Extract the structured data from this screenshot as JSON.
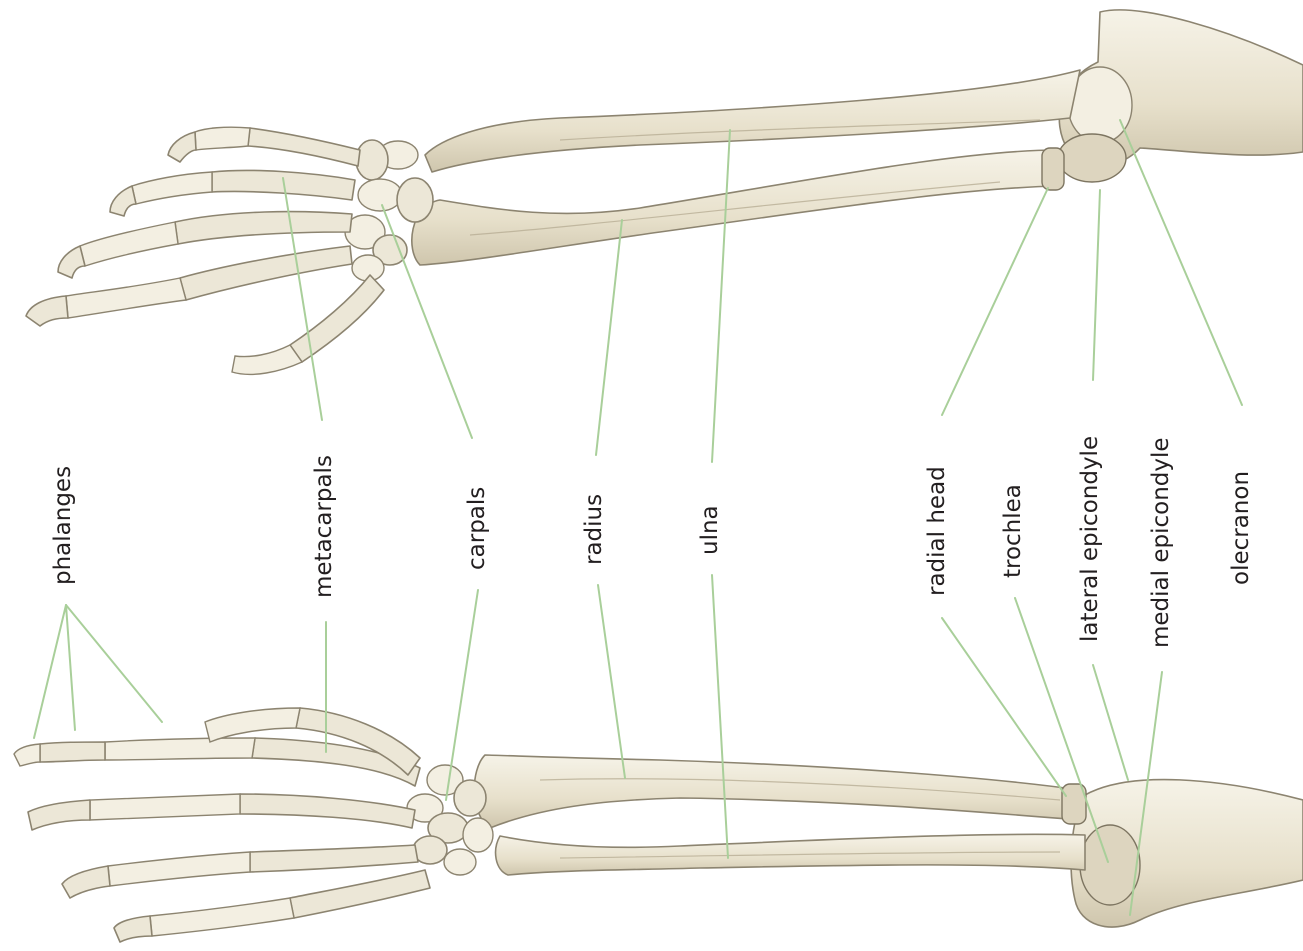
{
  "labels": {
    "phalanges": "phalanges",
    "metacarpals": "metacarpals",
    "carpals": "carpals",
    "radius": "radius",
    "ulna": "ulna",
    "radial_head": "radial head",
    "trochlea": "trochlea",
    "lateral_epicondyle": "lateral epicondyle",
    "medial_epicondyle": "medial epicondyle",
    "olecranon": "olecranon"
  },
  "colors": {
    "bone_fill": "#ece7d7",
    "bone_outline": "#8c8470",
    "leader_line": "#a9cf9a",
    "label_text": "#231f20"
  }
}
